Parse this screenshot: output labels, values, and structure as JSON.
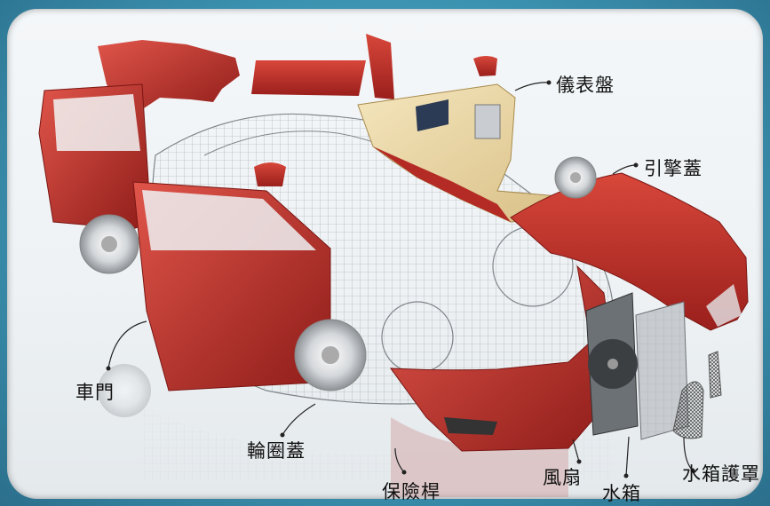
{
  "labels": {
    "dashboard": "儀表盤",
    "hood": "引擎蓋",
    "door": "車門",
    "hubcap": "輪圈蓋",
    "bumper": "保險桿",
    "fan": "風扇",
    "radiator": "水箱",
    "radiator_grille": "水箱護罩"
  },
  "colors": {
    "frame": "#3f9bb8",
    "part_red": "#b42a25",
    "part_red_light": "#d8473a",
    "dashboard_beige": "#ecd9a8",
    "wire_gray": "#9aa0a5"
  }
}
